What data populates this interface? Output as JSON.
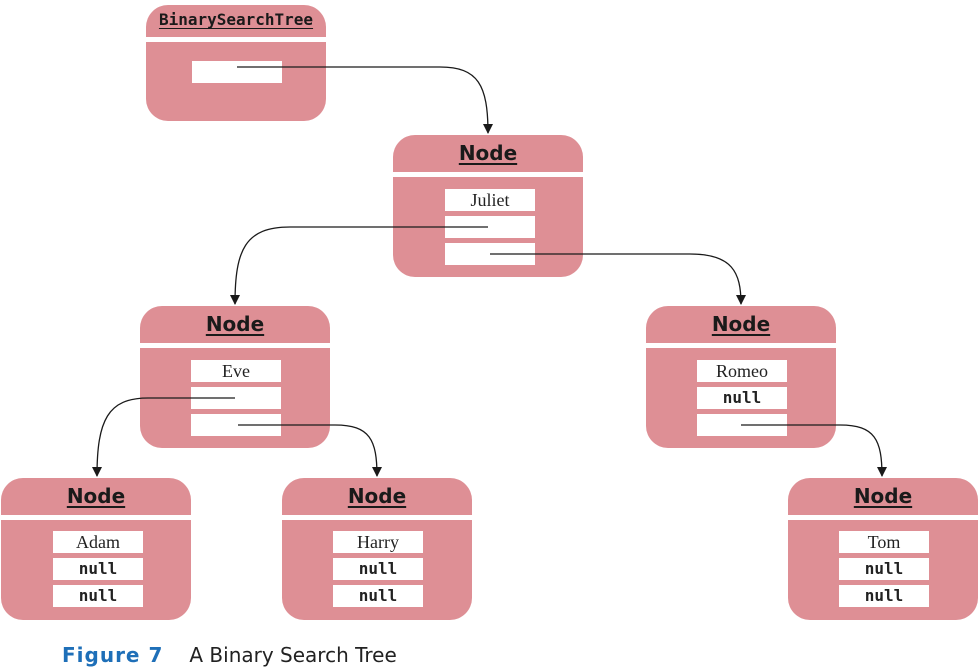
{
  "bst": {
    "title": "BinarySearchTree"
  },
  "nodes": {
    "juliet": {
      "title": "Node",
      "data": "Juliet"
    },
    "eve": {
      "title": "Node",
      "data": "Eve"
    },
    "romeo": {
      "title": "Node",
      "data": "Romeo",
      "left": "null"
    },
    "adam": {
      "title": "Node",
      "data": "Adam",
      "left": "null",
      "right": "null"
    },
    "harry": {
      "title": "Node",
      "data": "Harry",
      "left": "null",
      "right": "null"
    },
    "tom": {
      "title": "Node",
      "data": "Tom",
      "left": "null",
      "right": "null"
    }
  },
  "caption": {
    "figure": "Figure 7",
    "text": "A Binary Search Tree"
  }
}
